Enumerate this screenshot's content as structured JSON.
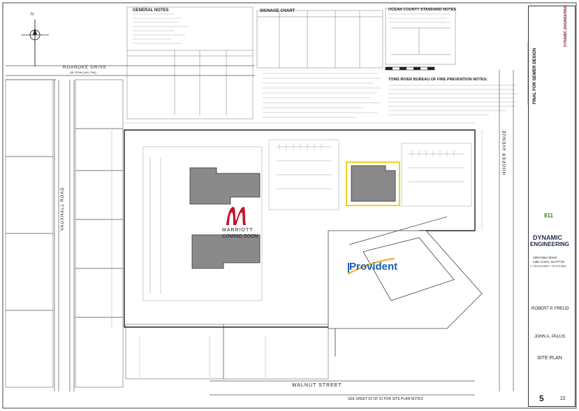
{
  "notes": {
    "general_notes_title": "GENERAL NOTES",
    "signage_chart_title": "SIGNAGE CHART",
    "ocean_county_title": "OCEAN COUNTY STANDARD NOTES",
    "fire_notes_title": "TOMS RIVER BUREAU OF FIRE PREVENTION NOTES:"
  },
  "streets": {
    "roanoke": "ROANOKE DRIVE",
    "roanoke_row": "(50' ROW (LWL TW))",
    "vauxhall": "VAUXHALL ROAD",
    "walnut": "WALNUT STREET",
    "hooper": "HOOPER AVENUE"
  },
  "tenants": {
    "marriott_brand": "MARRIOTT",
    "marriott_tag": "COMING SOON",
    "provident_brand": "Provident"
  },
  "footer_note": "SEE SHEET 03 OF 22 FOR SITE PLAN NOTES",
  "title_block": {
    "status": "FINAL FOR SEWER DESIGN",
    "firm_name_vertical": "DYNAMIC ENGINEERING",
    "firm_name_1": "DYNAMIC",
    "firm_name_2": "ENGINEERING",
    "address_line": "1904 Main Street",
    "city_line": "Lake Como, NJ 07719",
    "phone_line": "T: 732.974.0198  F: 732.974.3521",
    "engineer_1": "ROBERT P. FREUD",
    "engineer_2": "JOHN A. PALUS",
    "sheet_title": "SITE PLAN",
    "sheet_number": "5",
    "sheet_total": "22",
    "one_call": "811"
  },
  "colors": {
    "linework": "#3a3a3a",
    "building_fill": "#8a8a8a",
    "highlight": "#f2d21b",
    "marriott_red": "#c8102e",
    "provident_blue": "#1a5fb4",
    "dynamic_red": "#8b1a2b"
  }
}
